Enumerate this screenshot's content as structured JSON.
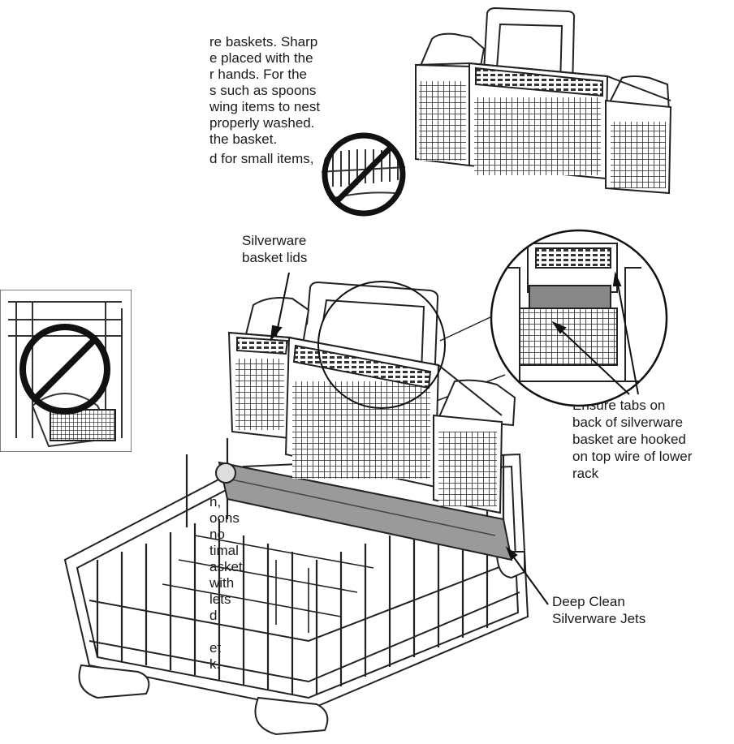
{
  "text_top": [
    "re baskets. Sharp",
    "e placed with the",
    "r hands. For the",
    "s such as spoons",
    "wing items to nest",
    "properly washed.",
    "the basket."
  ],
  "text_top2": [
    "d for small items,"
  ],
  "text_bottom": [
    "n,",
    "oons",
    "no",
    "timal",
    "asket",
    "with",
    "lets",
    "d",
    "",
    "et",
    "k."
  ],
  "labels": {
    "lids": [
      "Silverware",
      "basket lids"
    ],
    "tabs": [
      "Ensure tabs on",
      "back of silverware",
      "basket are hooked",
      "on top wire of lower",
      "rack"
    ],
    "jets": [
      "Deep Clean",
      "Silverware Jets"
    ]
  },
  "icons": {
    "prohibited": "no-symbol-icon"
  }
}
